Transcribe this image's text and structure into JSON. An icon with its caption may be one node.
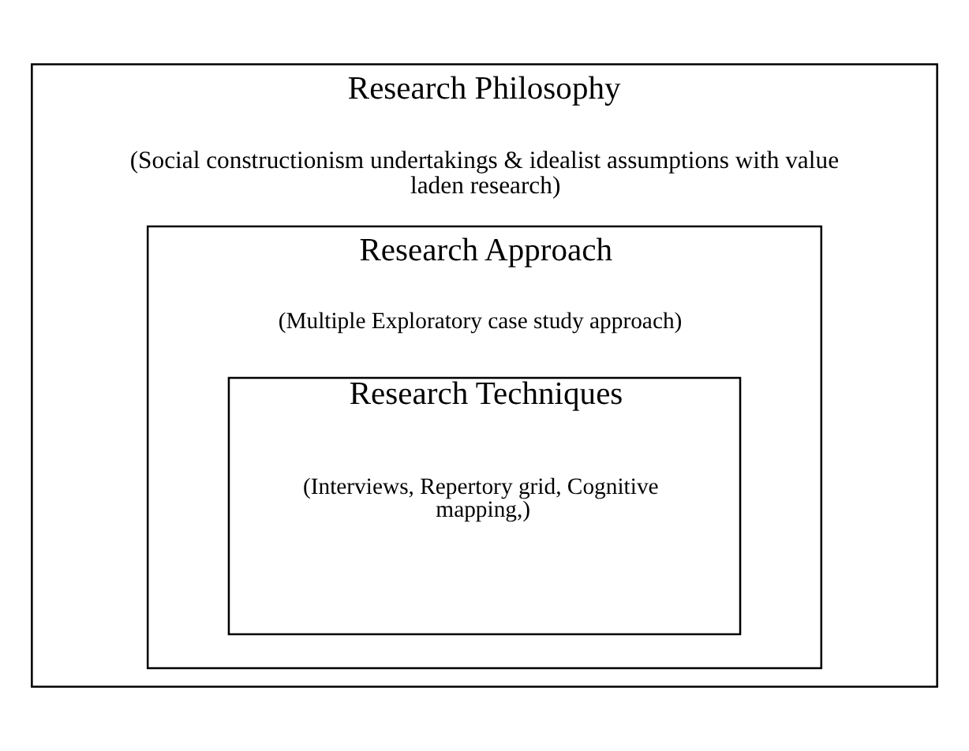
{
  "diagram": {
    "nodes": [
      {
        "text": [
          "Research Philosophy",
          "(Social constructionism undertakings & idealist assumptions with value laden research)"
        ]
      },
      {
        "text": [
          "Research Approach",
          "(Multiple Exploratory case study approach)"
        ],
        "in": 0
      },
      {
        "text": [
          "Research Techniques",
          "(Interviews, Repertory grid, Cognitive mapping,)"
        ],
        "in": 1
      }
    ]
  }
}
